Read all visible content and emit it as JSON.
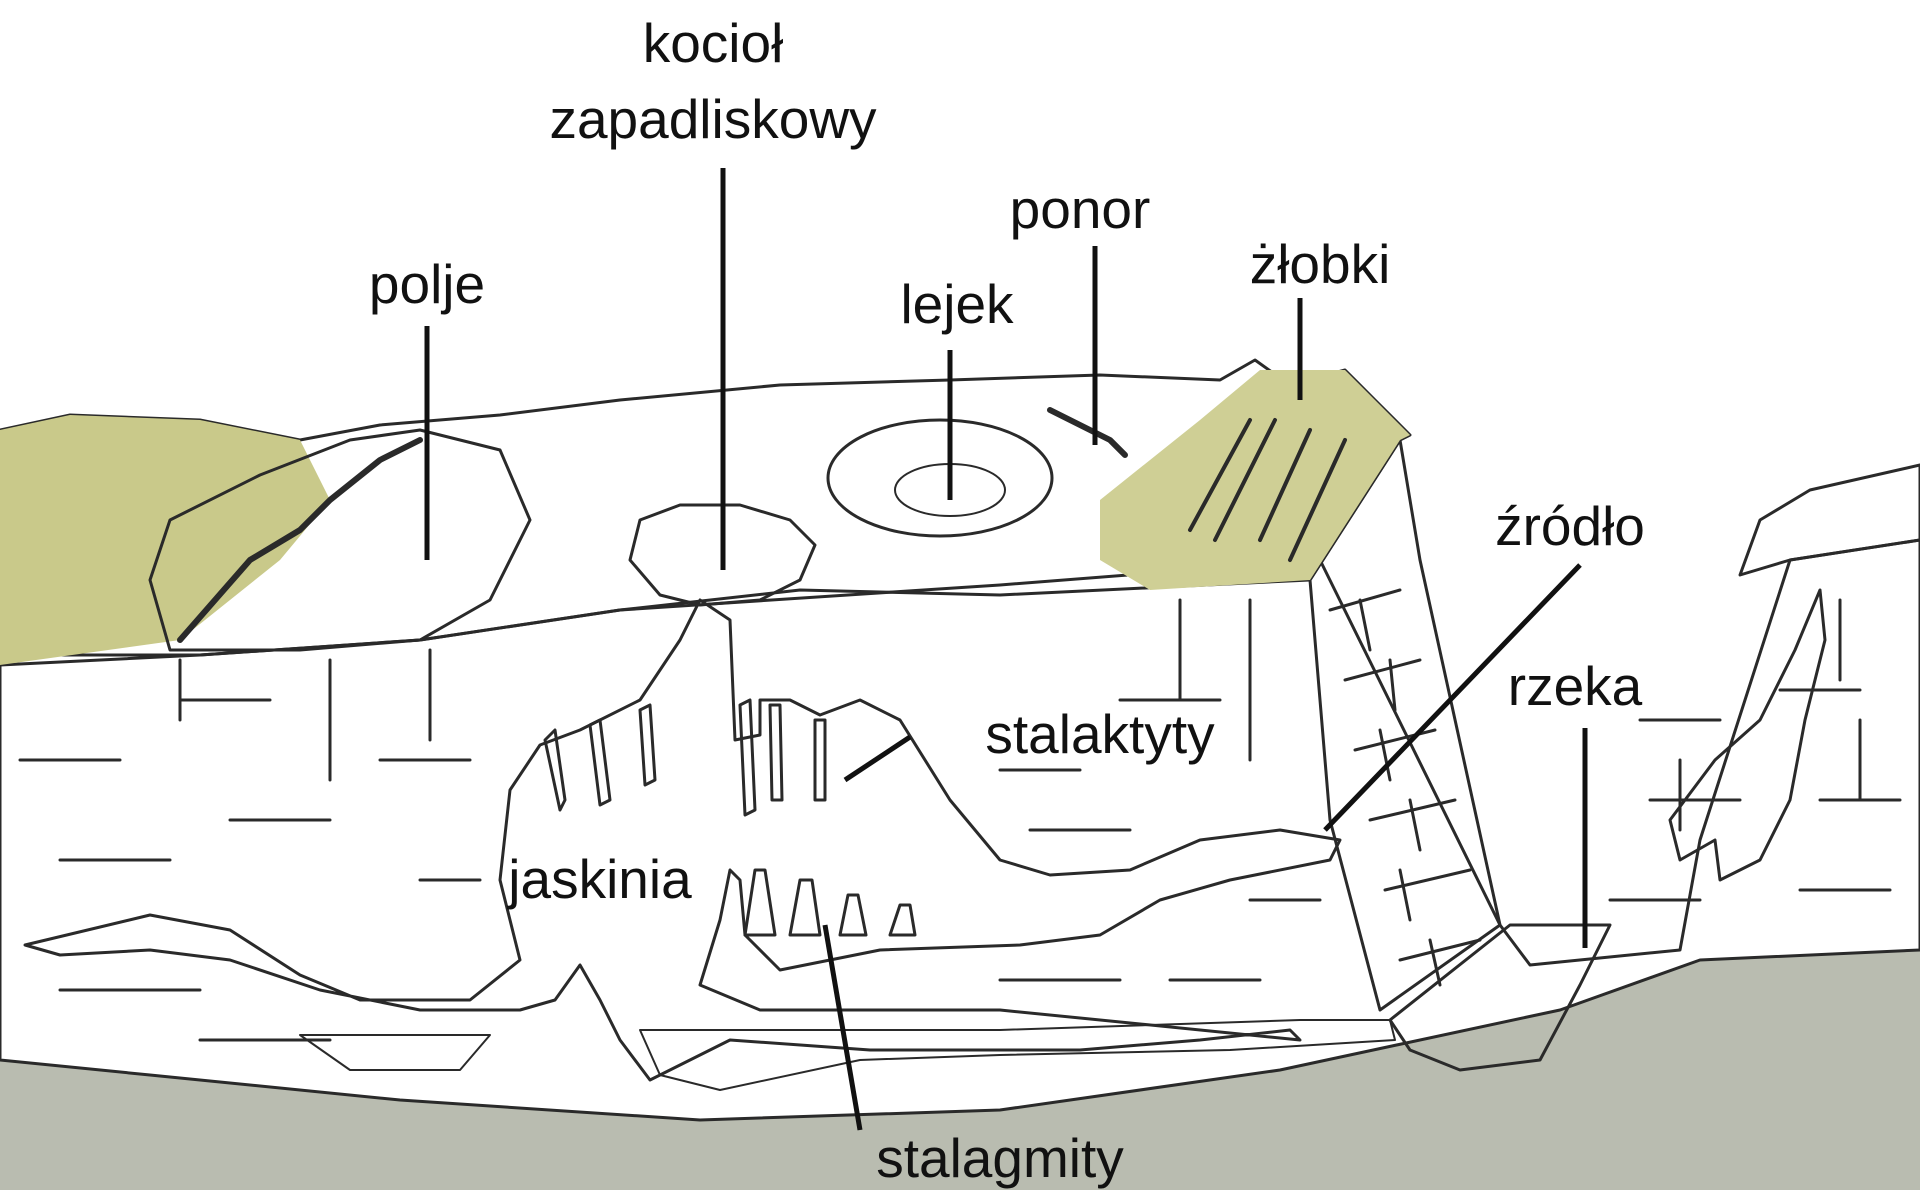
{
  "diagram": {
    "labels": {
      "kociol_line1": "kocioł",
      "kociol_line2": "zapadliskowy",
      "ponor": "ponor",
      "zlobki": "żłobki",
      "polje": "polje",
      "lejek": "lejek",
      "zrodlo": "źródło",
      "rzeka": "rzeka",
      "stalaktyty": "stalaktyty",
      "jaskinia": "jaskinia",
      "stalagmity": "stalagmity"
    },
    "colors": {
      "grass": "#c9c98a",
      "grass_light": "#e8e3b2",
      "sediment": "#c6a47f",
      "sediment_dark": "#b08a62",
      "limestone": "#f0eff5",
      "limestone_shadow": "#dcdce6",
      "cliff": "#e2e1e6",
      "water": "#4f86c6",
      "water_light": "#86b2e0",
      "bedrock": "#b9bcb0",
      "outline": "#2a2a2a"
    }
  }
}
